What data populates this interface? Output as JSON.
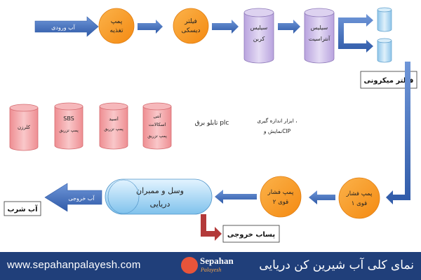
{
  "colors": {
    "arrow_blue": "#3f6fc2",
    "pump_orange": "#f7941d",
    "cylinder_purple": "#c9b8e6",
    "tank_pink": "#f2a3a6",
    "micro_filter_blue": "#a8d4ef",
    "exit_arrow_red": "#b33a3a",
    "footer_blue": "#203f7a"
  },
  "diagram": {
    "inlet_label": "آب ورودی",
    "feed_pump": {
      "line1": "پمپ",
      "line2": "تغذیه"
    },
    "disc_filter": {
      "line1": "فیلتر",
      "line2": "دیسکی"
    },
    "carbon_silica": {
      "line1": "سیلیس",
      "line2": "کربن"
    },
    "anthracite_silica": {
      "line1": "سیلیس",
      "line2": "آنتراسیت"
    },
    "micro_filter_label": "فیلتر میکرونی",
    "tanks": [
      {
        "line1": "کلرزن",
        "line2": ""
      },
      {
        "line1": "SBS",
        "line2": "پمپ تزریق"
      },
      {
        "line1": "اسید",
        "line2": "پمپ تزریق"
      },
      {
        "line1": "آنتی",
        "line2": "اسکالانت",
        "line3": "پمپ تزریق"
      }
    ],
    "plc_label": "تابلو برق plc",
    "instrument_label": {
      "line1": "ابزار اندازه گیری ،",
      "line2": "نمایش وCIP"
    },
    "hp_pump_1": {
      "line1": "پمپ فشار",
      "line2": "قوی ۱"
    },
    "hp_pump_2": {
      "line1": "پمپ فشار",
      "line2": "قوی ۲"
    },
    "membrane": {
      "line1": "وسل و ممبران",
      "line2": "دریایی"
    },
    "outlet_label": "آب خروجی",
    "drinking_water": "آب شرب",
    "reject_label": "پساب خروجی"
  },
  "footer": {
    "url": "www.sepahanpalayesh.com",
    "title": "نمای کلی آب شیرین کن دریایی",
    "logo_name": "Sepahan",
    "logo_sub": "Palayesh"
  }
}
